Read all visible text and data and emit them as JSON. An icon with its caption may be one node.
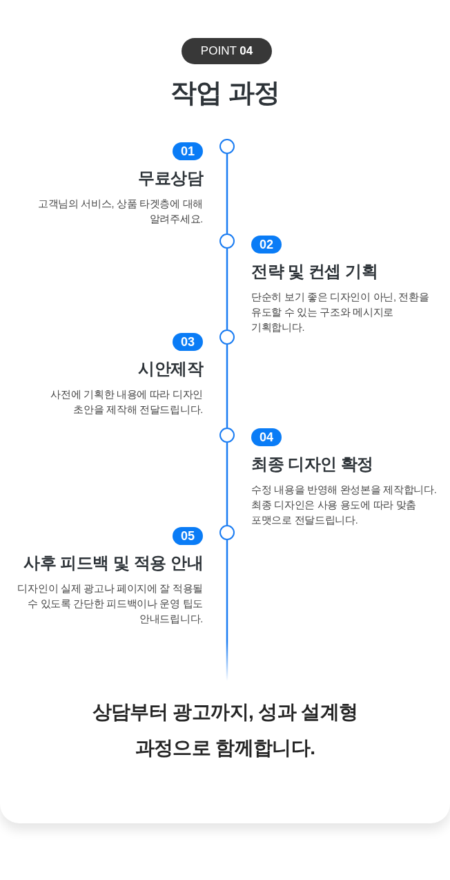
{
  "diagram": {
    "title": "작업 과정",
    "nodes": [
      {
        "text": [
          "POINT **04**"
        ]
      },
      {
        "text": [],
        "shape": "circle"
      },
      {
        "text": [
          "01"
        ],
        "beside": [
          "무료상담",
          "고객님의 서비스, 상품 타겟층에 대해 알려주세요."
        ]
      },
      {
        "text": [],
        "shape": "circle"
      },
      {
        "text": [
          "02"
        ],
        "beside": [
          "전략 및 컨셉 기획",
          "단순히 보기 좋은 디자인이 아닌, 전환을 유도할 수 있는 구조와 메시지로 기획합니다."
        ]
      },
      {
        "text": [],
        "shape": "circle"
      },
      {
        "text": [
          "03"
        ],
        "beside": [
          "시안제작",
          "사전에 기획한 내용에 따라 디자인 초안을 제작해 전달드립니다."
        ]
      },
      {
        "text": [],
        "shape": "circle"
      },
      {
        "text": [
          "04"
        ],
        "beside": [
          "최종 디자인 확정",
          "수정 내용을 반영해 완성본을 제작합니다. 최종 디자인은 사용 용도에 따라 맞춤 포맷으로 전달드립니다."
        ]
      },
      {
        "text": [],
        "shape": "circle"
      },
      {
        "text": [
          "05"
        ],
        "beside": [
          "사후 피드백 및 적용 안내",
          "디자인이 실제 광고나 페이지에 잘 적용될 수 있도록 간단한 피드백이나 운영 팁도 안내드립니다."
        ]
      }
    ],
    "edges": [
      {
        "from": 1,
        "to": 3,
        "arrow": "none"
      },
      {
        "from": 3,
        "to": 5,
        "arrow": "none"
      },
      {
        "from": 5,
        "to": 7,
        "arrow": "none"
      },
      {
        "from": 7,
        "to": 9,
        "arrow": "none"
      },
      {
        "from": 9,
        "to": null,
        "arrow": "none"
      }
    ],
    "caption": "상담부터 광고까지, 성과 설계형 과정으로 함께합니다."
  }
}
